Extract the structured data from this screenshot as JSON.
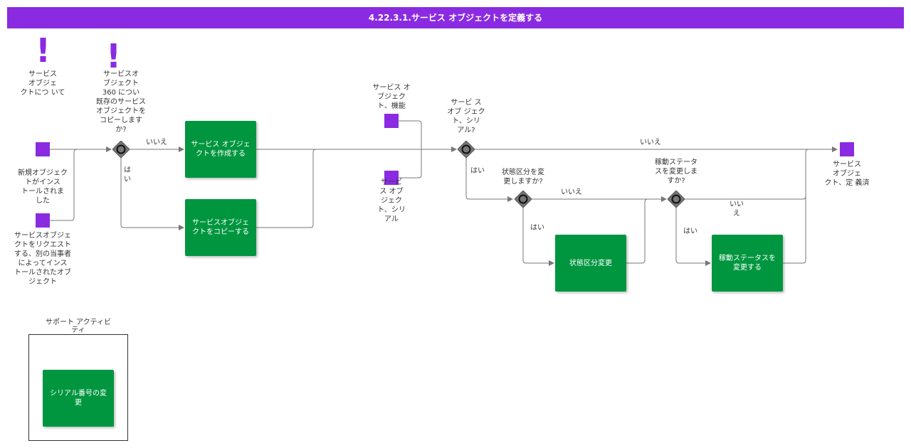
{
  "title": "4.22.3.1.サービス オブジェクトを定義する",
  "icons": {
    "exclamation": "!"
  },
  "notes": {
    "about_service_object": "サービス\nオブジェ\nクトにつ いて",
    "copy_existing": "サービスオ\nブジェクト\n360 につい\n既存のサービス\nオブジェクトを\nコピーします\nか?"
  },
  "events": {
    "new_object_installed": "新規オブジェク\nトがインス\nトールされま\nした",
    "requested_object": "サービスオブジェ\nクトをリクエスト\nする、別の当事者\nによってインス\nトールされたオブ\nジェクト",
    "service_object_function": "サービス オ\nブジェク\nト、機能",
    "service_object_serial": "サービ\nス オブ\nジェク\nト、シリ\nアル",
    "service_object_defined": "サービス\nオブジェ\nクト、定 義済"
  },
  "gateways": {
    "g1_question": "",
    "g2_question": "サービ ス\nオブ ジェク\nト、シリ\nアル?",
    "g3_question": "状態区分を変\n更しますか?",
    "g4_question": "稼動ステータ\nスを変更しま\nすか?"
  },
  "edges": {
    "no": "いいえ",
    "yes": "はい",
    "no_vertical": "いい\nえ",
    "yes_vertical": "は\nい"
  },
  "tasks": {
    "create": "サービス オブジェ\nクトを作成する",
    "copy": "サービスオブジェ\nクトをコピーする",
    "change_status_class": "状態区分変更",
    "change_operation_status": "稼動ステータスを\n変更する",
    "change_serial": "シリアル番号の変\n更"
  },
  "support": {
    "label": "サポート アクティビ\nティ"
  },
  "colors": {
    "banner": "#8a2be2",
    "task": "#00963f",
    "event": "#8a2be2",
    "gateway": "#777777"
  }
}
